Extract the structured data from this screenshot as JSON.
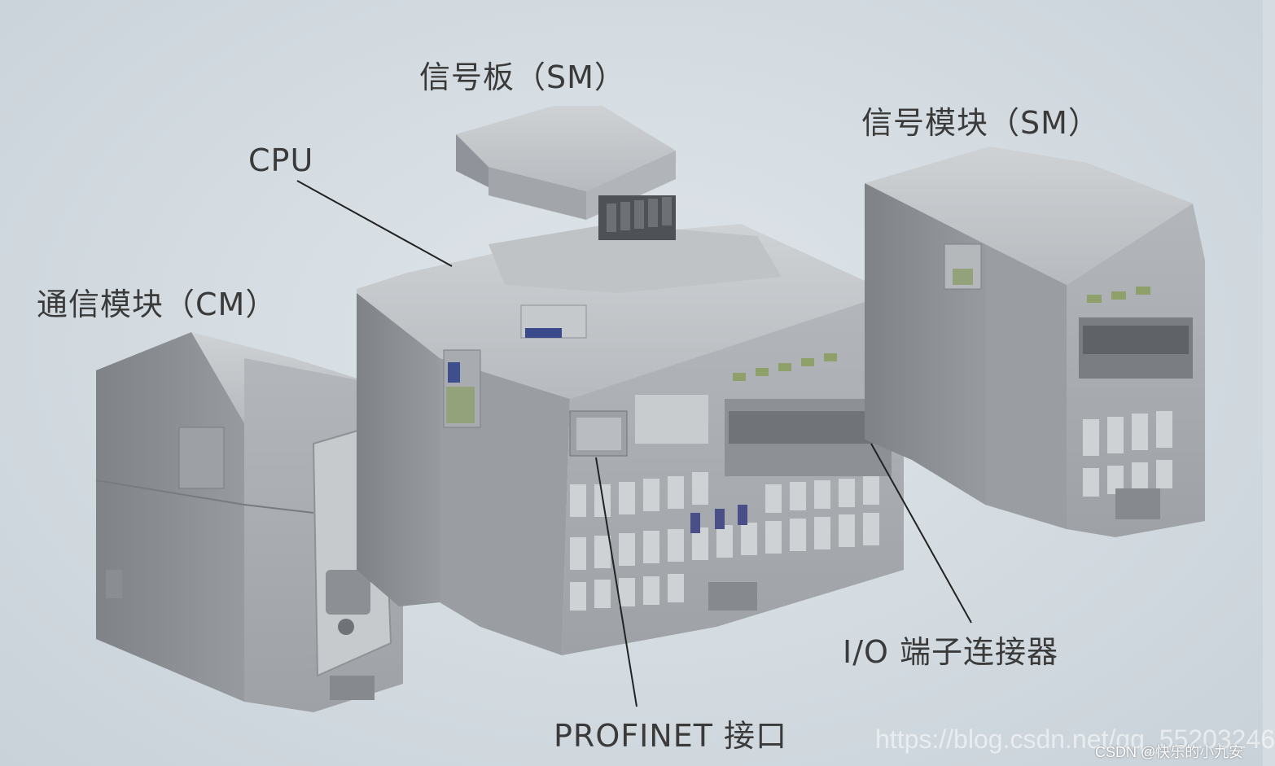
{
  "labels": {
    "signal_board": "信号板（SM）",
    "signal_module": "信号模块（SM）",
    "cpu": "CPU",
    "comm_module": "通信模块（CM）",
    "io_connector": "I/O 端子连接器",
    "profinet": "PROFINET 接口"
  },
  "watermarks": {
    "url": "https://blog.csdn.net/qq_55203246",
    "author": "CSDN @快乐的小九安"
  },
  "colors": {
    "background": "#d5dde3",
    "module_top": "#c4c7ca",
    "module_front": "#a9adb1",
    "module_side": "#8b8f93",
    "label_text": "#3a3a3a",
    "leader_line": "#222222",
    "led_green": "#8fa06a"
  }
}
